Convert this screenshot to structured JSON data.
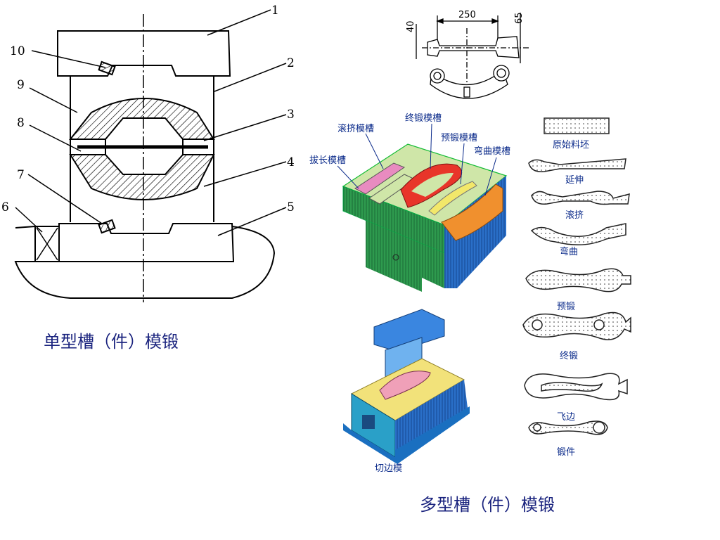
{
  "left_diagram": {
    "part_numbers": [
      "1",
      "2",
      "3",
      "4",
      "5",
      "6",
      "7",
      "8",
      "9",
      "10"
    ],
    "caption": "单型槽（件）模锻"
  },
  "top_drawing": {
    "dim_length": "250",
    "dim_left_height": "40",
    "dim_right_height": "65"
  },
  "die_block": {
    "labels": {
      "roll": "滚挤模槽",
      "finish": "终锻模槽",
      "preform": "预锻模槽",
      "elongate": "拔长模槽",
      "bend": "弯曲模槽"
    }
  },
  "trim_die": {
    "label": "切边模"
  },
  "stages": [
    "原始料坯",
    "延伸",
    "滚挤",
    "弯曲",
    "预锻",
    "终锻",
    "飞边",
    "锻件"
  ],
  "right_caption": "多型槽（件）模锻",
  "colors": {
    "label_blue": "#0a2a8a",
    "caption_blue": "#1a237e",
    "die_green": "#2e9a4e",
    "die_top": "#cfe6a8",
    "finish_red": "#e8352a",
    "trim_blue": "#2f7fd8",
    "trim_yellow": "#f2e27a"
  }
}
